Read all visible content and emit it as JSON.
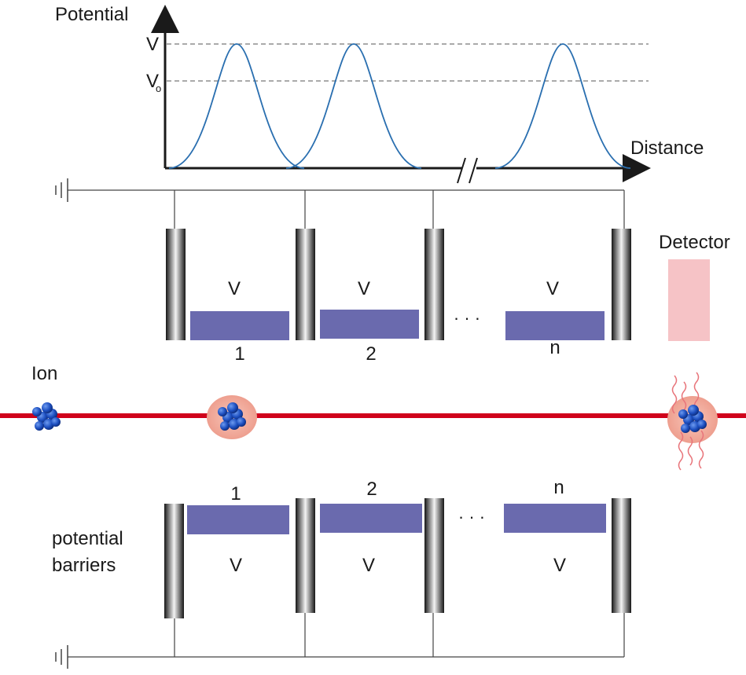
{
  "plot": {
    "y_axis_label": "Potential",
    "x_axis_label": "Distance",
    "level_high": "V",
    "level_low": "V",
    "level_low_sub": "o"
  },
  "detector": {
    "label": "Detector"
  },
  "ion": {
    "label": "Ion"
  },
  "barriers": {
    "label_line1": "potential",
    "label_line2": "barriers"
  },
  "top_array": {
    "voltages": [
      "V",
      "V",
      "V"
    ],
    "indices": [
      "1",
      "2",
      "n"
    ],
    "ellipsis": "· · ·"
  },
  "bottom_array": {
    "voltages": [
      "V",
      "V",
      "V"
    ],
    "indices": [
      "1",
      "2",
      "n"
    ],
    "ellipsis": "· · ·"
  },
  "colors": {
    "curve": "#2a6fb0",
    "beam": "#d0021b",
    "barrier_plate": "#6a6aae",
    "detector": "#f6c3c6",
    "ion": "#1c4fb8",
    "halo": "#f2b2a6"
  }
}
